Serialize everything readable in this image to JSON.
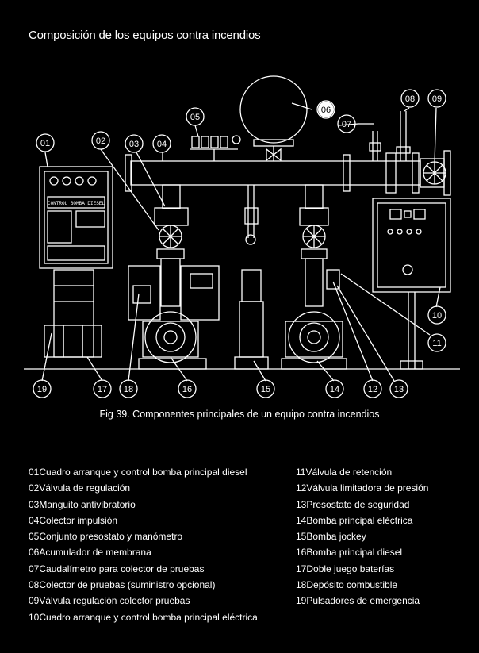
{
  "title": "Composición de los equipos contra incendios",
  "caption": "Fig 39. Componentes principales de un equipo contra incendios",
  "panel_label": "CONTROL BOMBA DIESEL",
  "callouts": [
    "01",
    "02",
    "03",
    "04",
    "05",
    "06",
    "07",
    "08",
    "09",
    "10",
    "11",
    "12",
    "13",
    "14",
    "15",
    "16",
    "17",
    "18",
    "19"
  ],
  "legend_left": [
    "01Cuadro arranque y control bomba principal diesel",
    "02Válvula de regulación",
    "03Manguito antivibratorio",
    "04Colector impulsión",
    "05Conjunto presostato y manómetro",
    "06Acumulador de membrana",
    "07Caudalímetro para colector de pruebas",
    "08Colector de pruebas (suministro opcional)",
    "09Válvula regulación colector pruebas",
    "10Cuadro arranque y control bomba principal eléctrica"
  ],
  "legend_right": [
    "11Válvula de retención",
    "12Válvula limitadora de presión",
    "13Presostato de seguridad",
    "14Bomba principal eléctrica",
    "15Bomba jockey",
    "16Bomba principal diesel",
    "17Doble juego baterías",
    "18Depósito combustible",
    "19Pulsadores de emergencia"
  ]
}
